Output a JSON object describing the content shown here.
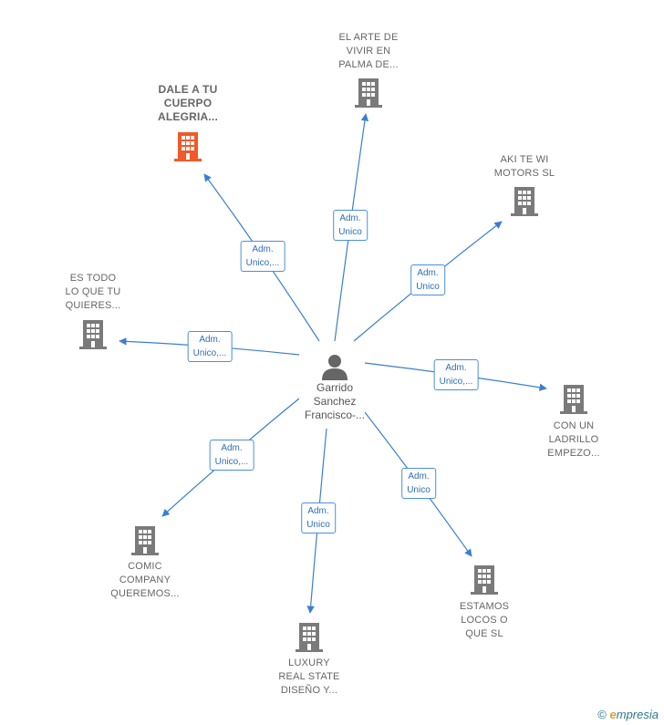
{
  "center": {
    "label": "Garrido\nSanchez\nFrancisco-...",
    "icon": "person-icon"
  },
  "nodes": [
    {
      "id": "dale",
      "label": "DALE A TU\nCUERPO\nALEGRIA...",
      "highlight": true,
      "color": "#f05a28",
      "icon": "building-icon"
    },
    {
      "id": "arte",
      "label": "EL ARTE DE\nVIVIR EN\nPALMA DE...",
      "highlight": false,
      "color": "#7a7a7a",
      "icon": "building-icon"
    },
    {
      "id": "aki",
      "label": "AKI TE WI\nMOTORS  SL",
      "highlight": false,
      "color": "#7a7a7a",
      "icon": "building-icon"
    },
    {
      "id": "estodo",
      "label": "ES TODO\nLO QUE TU\nQUIERES...",
      "highlight": false,
      "color": "#7a7a7a",
      "icon": "building-icon"
    },
    {
      "id": "ladrillo",
      "label": "CON UN\nLADRILLO\nEMPEZO...",
      "highlight": false,
      "color": "#7a7a7a",
      "icon": "building-icon"
    },
    {
      "id": "comic",
      "label": "COMIC\nCOMPANY\nQUEREMOS...",
      "highlight": false,
      "color": "#7a7a7a",
      "icon": "building-icon"
    },
    {
      "id": "locos",
      "label": "ESTAMOS\nLOCOS O\nQUE SL",
      "highlight": false,
      "color": "#7a7a7a",
      "icon": "building-icon"
    },
    {
      "id": "luxury",
      "label": "LUXURY\nREAL STATE\nDISEÑO Y...",
      "highlight": false,
      "color": "#7a7a7a",
      "icon": "building-icon"
    }
  ],
  "edges": [
    {
      "to": "dale",
      "label": "Adm.\nUnico,..."
    },
    {
      "to": "arte",
      "label": "Adm.\nUnico"
    },
    {
      "to": "aki",
      "label": "Adm.\nUnico"
    },
    {
      "to": "estodo",
      "label": "Adm.\nUnico,..."
    },
    {
      "to": "ladrillo",
      "label": "Adm.\nUnico,..."
    },
    {
      "to": "comic",
      "label": "Adm.\nUnico,..."
    },
    {
      "to": "locos",
      "label": "Adm.\nUnico"
    },
    {
      "to": "luxury",
      "label": "Adm.\nUnico"
    }
  ],
  "colors": {
    "edge": "#3a7fd0",
    "edge_label_border": "#4a90d9",
    "highlight": "#f05a28",
    "building": "#7a7a7a",
    "person": "#666666"
  },
  "brand": {
    "copyright": "©",
    "e": "e",
    "name": "mpresia"
  }
}
